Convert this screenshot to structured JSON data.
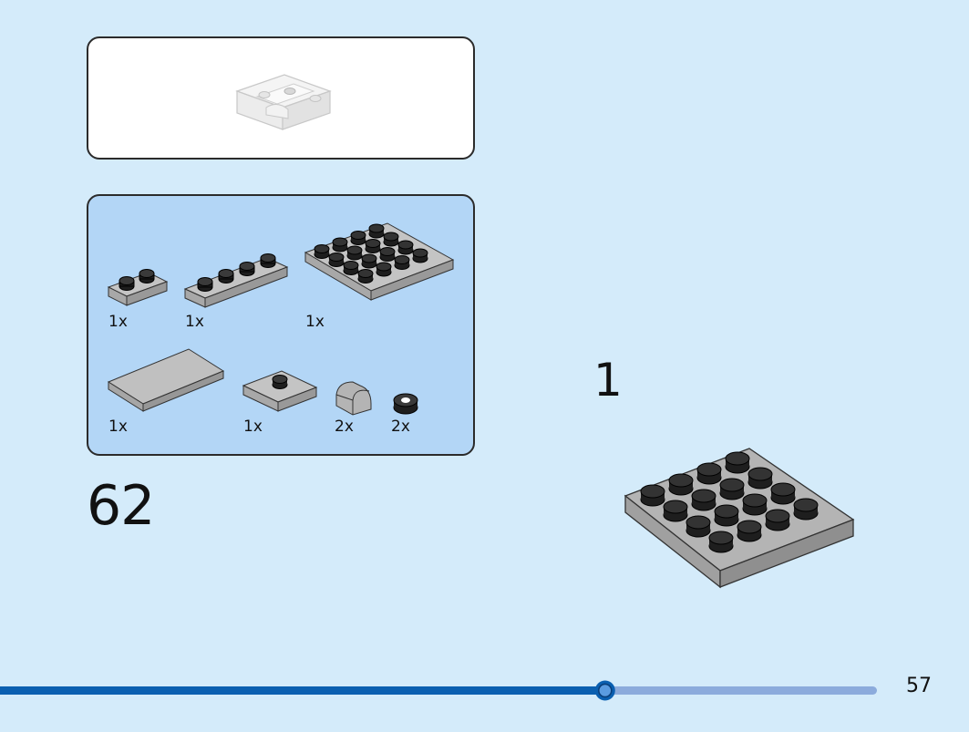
{
  "step": {
    "number": "62",
    "sub_step": "1"
  },
  "parts": [
    {
      "name": "plate-1x2",
      "quantity": "1x"
    },
    {
      "name": "plate-1x4",
      "quantity": "1x"
    },
    {
      "name": "plate-4x4",
      "quantity": "1x"
    },
    {
      "name": "tile-2x4",
      "quantity": "1x"
    },
    {
      "name": "plate-2x2-jumper",
      "quantity": "1x"
    },
    {
      "name": "slope-curved-1x1",
      "quantity": "2x"
    },
    {
      "name": "tile-round-1x1",
      "quantity": "2x"
    }
  ],
  "page": {
    "number": "57",
    "progress": 0.69
  },
  "colors": {
    "background": "#d4ebfa",
    "parts_panel": "#b3d6f6",
    "progress_done": "#0a5fb0",
    "progress_todo": "#8cabdc",
    "brick_grey": "#b4b4b4",
    "stud_black": "#1e1e1e"
  }
}
